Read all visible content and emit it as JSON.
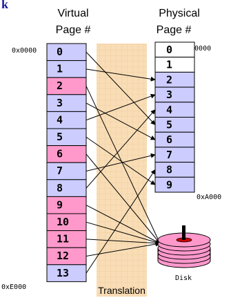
{
  "corner_fragment": "k",
  "headers": {
    "virtual_line1": "Virtual",
    "virtual_line2": "Page #",
    "physical_line1": "Physical",
    "physical_line2": "Page #"
  },
  "addresses": {
    "virtual_start": "0x0000",
    "virtual_end": "0xE000",
    "physical_start": "0x0000",
    "physical_end": "0xA000"
  },
  "translation_label": "Translation",
  "disk_label": "Disk",
  "colors": {
    "resident": "#ccccff",
    "non_resident": "#ff99cc",
    "physical_free": "#ffffff",
    "physical_used": "#ccccff",
    "translation_band": "#f8ddb6",
    "band_grid": "#e9b97a",
    "disk_fill": "#ff99cc",
    "disk_spindle": "#cc0000"
  },
  "virtual_pages": [
    {
      "label": "0",
      "on_disk": false
    },
    {
      "label": "1",
      "on_disk": false
    },
    {
      "label": "2",
      "on_disk": true
    },
    {
      "label": "3",
      "on_disk": false
    },
    {
      "label": "4",
      "on_disk": false
    },
    {
      "label": "5",
      "on_disk": false
    },
    {
      "label": "6",
      "on_disk": true
    },
    {
      "label": "7",
      "on_disk": false
    },
    {
      "label": "8",
      "on_disk": false
    },
    {
      "label": "9",
      "on_disk": true
    },
    {
      "label": "10",
      "on_disk": true
    },
    {
      "label": "11",
      "on_disk": true
    },
    {
      "label": "12",
      "on_disk": true
    },
    {
      "label": "13",
      "on_disk": false
    }
  ],
  "physical_pages": [
    {
      "label": "0",
      "used": false
    },
    {
      "label": "1",
      "used": false
    },
    {
      "label": "2",
      "used": true
    },
    {
      "label": "3",
      "used": true
    },
    {
      "label": "4",
      "used": true
    },
    {
      "label": "5",
      "used": true
    },
    {
      "label": "6",
      "used": true
    },
    {
      "label": "7",
      "used": true
    },
    {
      "label": "8",
      "used": true
    },
    {
      "label": "9",
      "used": true
    }
  ],
  "mappings": [
    {
      "virtual": 0,
      "physical": 5
    },
    {
      "virtual": 1,
      "physical": 2
    },
    {
      "virtual": 3,
      "physical": 6
    },
    {
      "virtual": 4,
      "physical": 3
    },
    {
      "virtual": 5,
      "physical": 9
    },
    {
      "virtual": 7,
      "physical": 7
    },
    {
      "virtual": 8,
      "physical": 4
    },
    {
      "virtual": 13,
      "physical": 8
    }
  ],
  "disk_sources": [
    2,
    6,
    9,
    10,
    11,
    12
  ]
}
